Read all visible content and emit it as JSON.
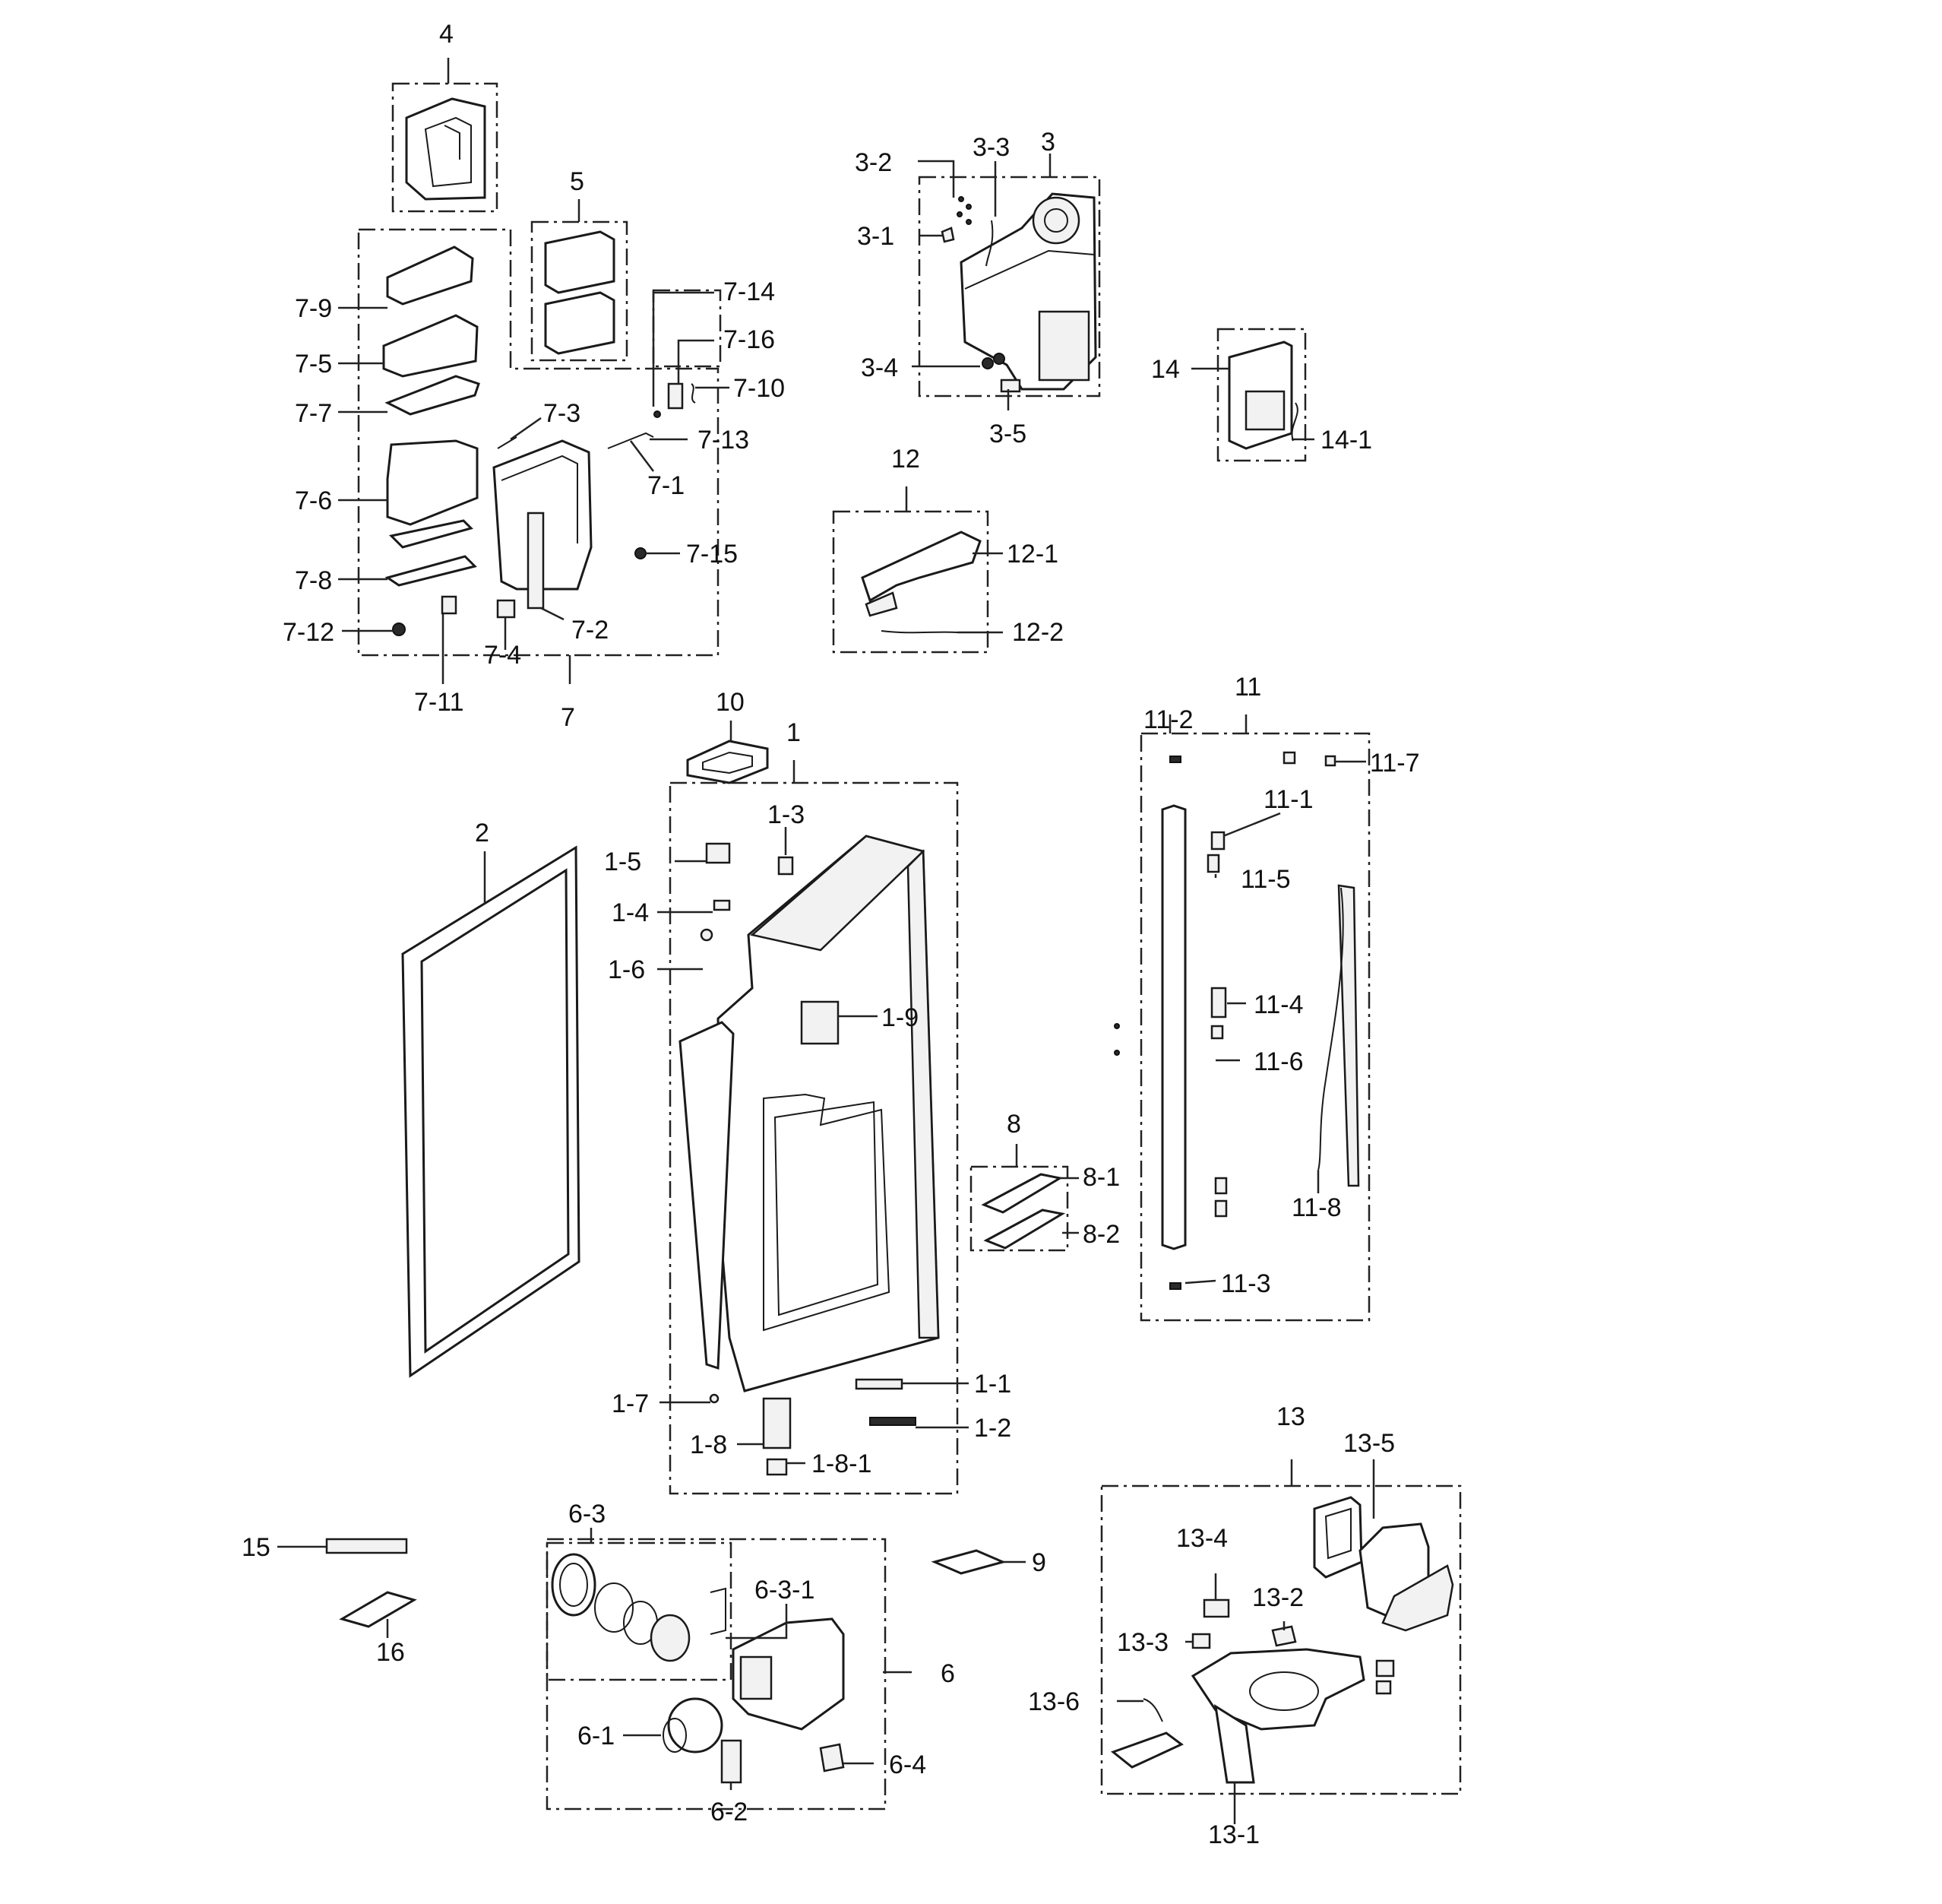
{
  "labels": {
    "l_4": "4",
    "l_5": "5",
    "l_7_9": "7-9",
    "l_7_5": "7-5",
    "l_7_7": "7-7",
    "l_7_6": "7-6",
    "l_7_8": "7-8",
    "l_7_12": "7-12",
    "l_7_4": "7-4",
    "l_7_2": "7-2",
    "l_7_11": "7-11",
    "l_7": "7",
    "l_7_3": "7-3",
    "l_7_1": "7-1",
    "l_7_13": "7-13",
    "l_7_14": "7-14",
    "l_7_16": "7-16",
    "l_7_10": "7-10",
    "l_7_15": "7-15",
    "l_3": "3",
    "l_3_2": "3-2",
    "l_3_3": "3-3",
    "l_3_1": "3-1",
    "l_3_4": "3-4",
    "l_3_5": "3-5",
    "l_14": "14",
    "l_14_1": "14-1",
    "l_12": "12",
    "l_12_1": "12-1",
    "l_12_2": "12-2",
    "l_10": "10",
    "l_1": "1",
    "l_2": "2",
    "l_1_3": "1-3",
    "l_1_5": "1-5",
    "l_1_4": "1-4",
    "l_1_6": "1-6",
    "l_1_9": "1-9",
    "l_1_7": "1-7",
    "l_1_8": "1-8",
    "l_1_8_1": "1-8-1",
    "l_1_1": "1-1",
    "l_1_2": "1-2",
    "l_11": "11",
    "l_11_2": "11-2",
    "l_11_7": "11-7",
    "l_11_1": "11-1",
    "l_11_5": "11-5",
    "l_11_4": "11-4",
    "l_11_6": "11-6",
    "l_11_8": "11-8",
    "l_11_3": "11-3",
    "l_8": "8",
    "l_8_1": "8-1",
    "l_8_2": "8-2",
    "l_15": "15",
    "l_16": "16",
    "l_6_3": "6-3",
    "l_6_3_1": "6-3-1",
    "l_6": "6",
    "l_6_1": "6-1",
    "l_6_2": "6-2",
    "l_6_4": "6-4",
    "l_9": "9",
    "l_13": "13",
    "l_13_5": "13-5",
    "l_13_4": "13-4",
    "l_13_2": "13-2",
    "l_13_3": "13-3",
    "l_13_6": "13-6",
    "l_13_1": "13-1"
  }
}
